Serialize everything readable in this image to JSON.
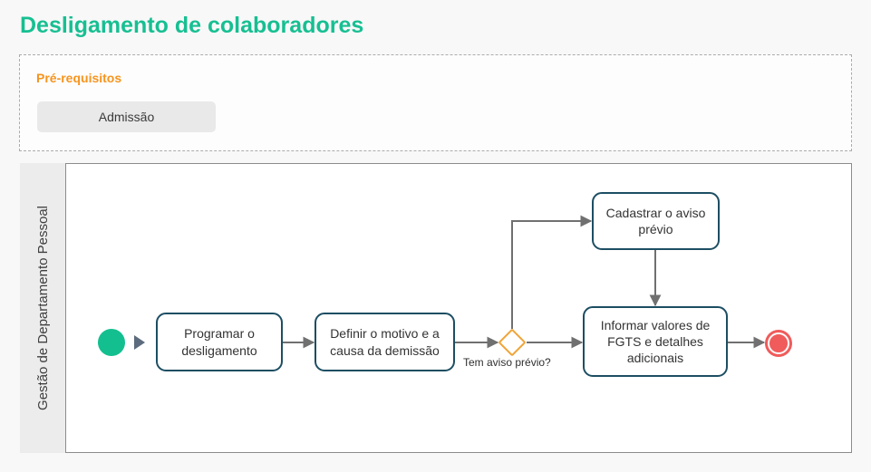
{
  "page": {
    "title": "Desligamento de colaboradores"
  },
  "prerequisites": {
    "heading": "Pré-requisitos",
    "items": [
      {
        "label": "Admissão"
      }
    ]
  },
  "lane": {
    "label": "Gestão de Departamento Pessoal"
  },
  "diagram": {
    "type": "bpmn-flowchart",
    "start_event": {
      "name": "start"
    },
    "end_event": {
      "name": "end"
    },
    "tasks": [
      {
        "label": "Programar o desligamento"
      },
      {
        "label": "Definir o motivo e a causa da demissão"
      },
      {
        "label": "Cadastrar o aviso prévio"
      },
      {
        "label": "Informar valores de FGTS e detalhes adicionais"
      }
    ],
    "gateway": {
      "label": "Tem aviso prévio?"
    },
    "flow": [
      "start -> Programar o desligamento",
      "Programar o desligamento -> Definir o motivo e a causa da demissão",
      "Definir o motivo e a causa da demissão -> Tem aviso prévio?",
      "Tem aviso prévio? -> Cadastrar o aviso prévio",
      "Tem aviso prévio? -> Informar valores de FGTS e detalhes adicionais",
      "Cadastrar o aviso prévio -> Informar valores de FGTS e detalhes adicionais",
      "Informar valores de FGTS e detalhes adicionais -> end"
    ]
  },
  "theme": {
    "accent_green": "#17bf92",
    "prereq_orange": "#f7941e",
    "node_border": "#1d4e63",
    "gateway_orange": "#f0a437",
    "start_green": "#14bf8f",
    "end_red": "#f05b5b",
    "connector_gray": "#707070"
  }
}
